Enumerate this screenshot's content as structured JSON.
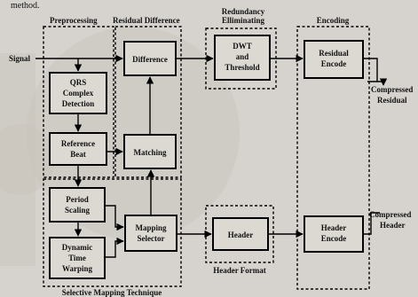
{
  "caption_fragment": "method.",
  "groups": {
    "preprocessing": "Preprocessing",
    "residual_difference": "Residual Difference",
    "redundancy_eliminating_line1": "Redundancy",
    "redundancy_eliminating_line2": "Elliminating",
    "encoding": "Encoding",
    "header_format": "Header Format",
    "selective_mapping": "Selective Mapping Technique"
  },
  "blocks": {
    "qrs": [
      "QRS",
      "Complex",
      "Detection"
    ],
    "reference_beat": [
      "Reference",
      "Beat"
    ],
    "difference": [
      "Difference"
    ],
    "matching": [
      "Matching"
    ],
    "dwt": [
      "DWT",
      "and",
      "Threshold"
    ],
    "residual_encode": [
      "Residual",
      "Encode"
    ],
    "period_scaling": [
      "Period",
      "Scaling"
    ],
    "dtw": [
      "Dynamic",
      "Time",
      "Warping"
    ],
    "mapping_selector": [
      "Mapping",
      "Selector"
    ],
    "header": [
      "Header"
    ],
    "header_encode": [
      "Header",
      "Encode"
    ]
  },
  "io": {
    "signal": "Signal",
    "compressed_residual": [
      "Compressed",
      "Residual"
    ],
    "compressed_header": [
      "Compressed",
      "Header"
    ]
  }
}
